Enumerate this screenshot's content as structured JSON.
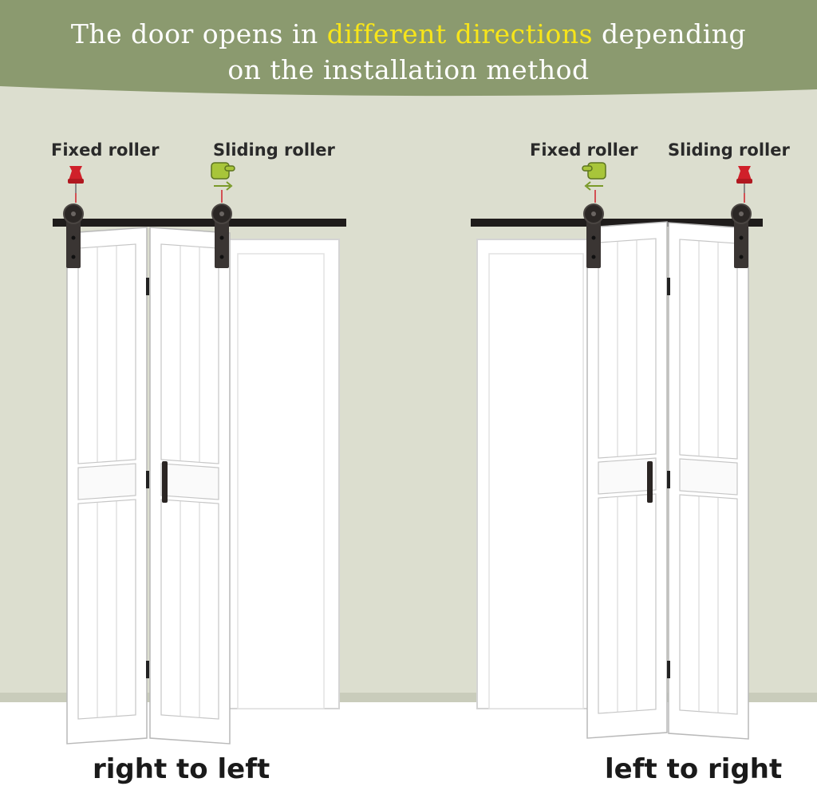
{
  "banner": {
    "title_before": "The door opens in ",
    "title_highlight": "different directions",
    "title_after": " depending",
    "title_line2": "on the installation method",
    "bg_color": "#8b9a6f",
    "highlight_color": "#f7e51a"
  },
  "left_panel": {
    "fixed_roller_label": "Fixed roller",
    "sliding_roller_label": "Sliding roller",
    "caption": "right to left",
    "pin_icon": "pushpin-icon",
    "hand_icon": "pointing-hand-right-icon"
  },
  "right_panel": {
    "fixed_roller_label": "Fixed roller",
    "sliding_roller_label": "Sliding roller",
    "caption": "left to right",
    "pin_icon": "pushpin-icon",
    "hand_icon": "pointing-hand-left-icon"
  },
  "colors": {
    "wall": "#dcdecf",
    "door": "#ffffff",
    "hardware": "#2e2a28",
    "pin": "#d0202a",
    "hand": "#a8c53a"
  }
}
